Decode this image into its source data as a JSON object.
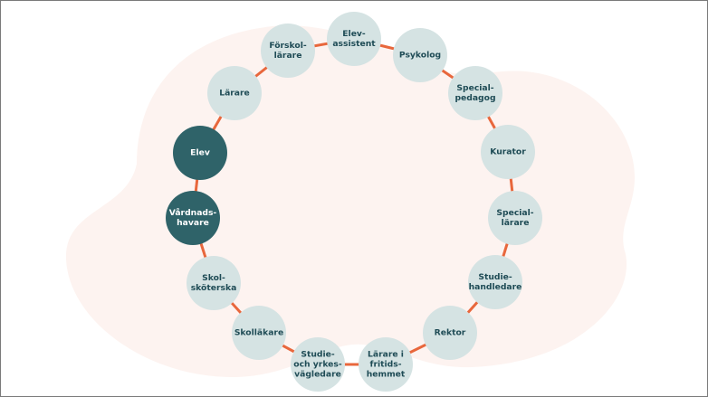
{
  "colors": {
    "background": "#ffffff",
    "blob": "#fdf3f0",
    "connector": "#e8673c",
    "node_light_fill": "#d5e3e3",
    "node_light_text": "#1e4b55",
    "node_dark_fill": "#2f6369",
    "node_dark_text": "#ffffff",
    "border": "#7a7a7a"
  },
  "diagram": {
    "type": "cycle",
    "nodes": [
      {
        "id": "elevassistent",
        "lines": [
          "Elev-",
          "assistent"
        ],
        "style": "light"
      },
      {
        "id": "psykolog",
        "lines": [
          "Psykolog"
        ],
        "style": "light"
      },
      {
        "id": "specialpedagog",
        "lines": [
          "Special-",
          "pedagog"
        ],
        "style": "light"
      },
      {
        "id": "kurator",
        "lines": [
          "Kurator"
        ],
        "style": "light"
      },
      {
        "id": "speciallarare",
        "lines": [
          "Special-",
          "lärare"
        ],
        "style": "light"
      },
      {
        "id": "studiehandledare",
        "lines": [
          "Studie-",
          "handledare"
        ],
        "style": "light"
      },
      {
        "id": "rektor",
        "lines": [
          "Rektor"
        ],
        "style": "light"
      },
      {
        "id": "lararefritidshemmet",
        "lines": [
          "Lärare i",
          "fritids-",
          "hemmet"
        ],
        "style": "light"
      },
      {
        "id": "syv",
        "lines": [
          "Studie-",
          "och yrkes-",
          "vägledare"
        ],
        "style": "light"
      },
      {
        "id": "skollakare",
        "lines": [
          "Skolläkare"
        ],
        "style": "light"
      },
      {
        "id": "skolskoterska",
        "lines": [
          "Skol-",
          "sköterska"
        ],
        "style": "light"
      },
      {
        "id": "vardnadshavare",
        "lines": [
          "Vårdnads-",
          "havare"
        ],
        "style": "dark"
      },
      {
        "id": "elev",
        "lines": [
          "Elev"
        ],
        "style": "dark"
      },
      {
        "id": "larare",
        "lines": [
          "Lärare"
        ],
        "style": "light"
      },
      {
        "id": "forskollarare",
        "lines": [
          "Förskol-",
          "lärare"
        ],
        "style": "light"
      }
    ]
  }
}
